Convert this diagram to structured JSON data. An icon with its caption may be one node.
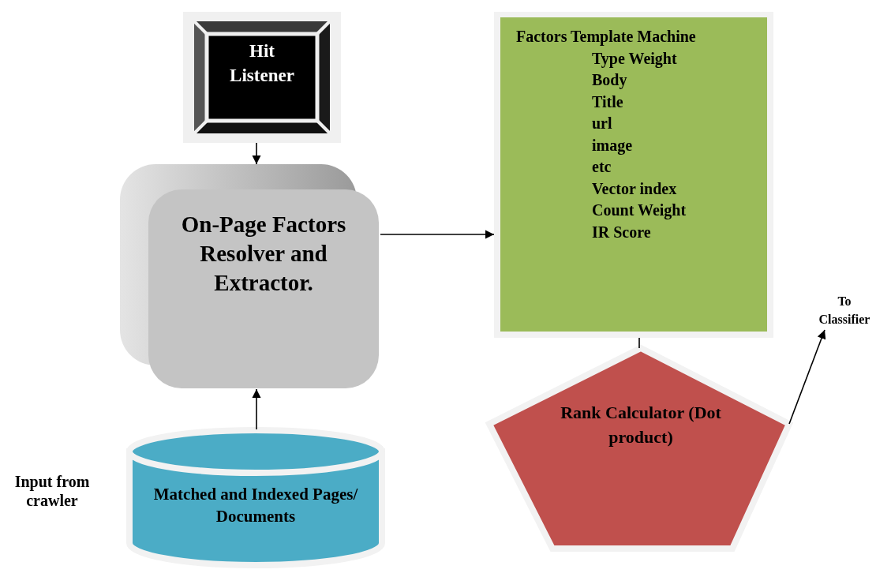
{
  "diagram": {
    "nodes": [
      {
        "text": [
          "Hit Listener"
        ]
      },
      {
        "text": [
          "On-Page Factors Resolver and Extractor."
        ]
      },
      {
        "text": [
          "Factors Template Machine",
          "Type Weight",
          "Body",
          "Title",
          "url",
          "image",
          "etc",
          "Vector index",
          "Count Weight",
          "IR Score"
        ]
      },
      {
        "text": [
          "Rank Calculator (Dot product)"
        ]
      },
      {
        "text": [
          "Matched and Indexed Pages/ Documents"
        ]
      },
      {
        "text": [
          "To Classifier"
        ]
      }
    ],
    "edges": [
      {
        "from": 0,
        "to": 1,
        "arrow": "to"
      },
      {
        "from": 4,
        "to": 1,
        "arrow": "to"
      },
      {
        "from": 1,
        "to": 2,
        "arrow": "to"
      },
      {
        "from": 2,
        "to": 3,
        "arrow": "none"
      },
      {
        "from": 3,
        "to": 5,
        "arrow": "to"
      }
    ],
    "labels": [
      "Input from crawler"
    ]
  }
}
